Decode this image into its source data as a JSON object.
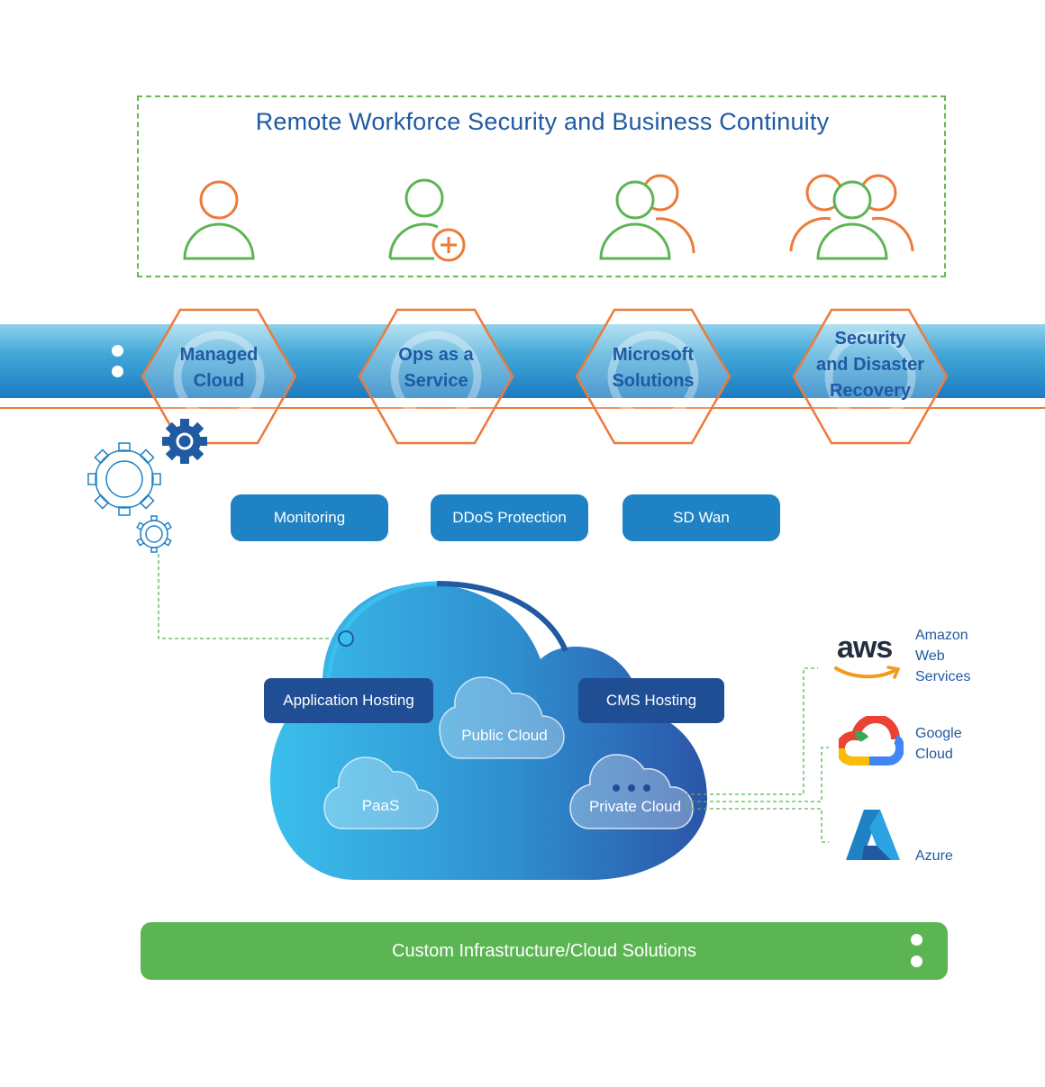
{
  "header": {
    "title": "Remote Workforce Security and Business Continuity"
  },
  "icons": [
    "user-icon",
    "user-add-icon",
    "user-pair-icon",
    "user-group-icon",
    "gear-icon"
  ],
  "services": [
    {
      "line1": "Managed",
      "line2": "Cloud"
    },
    {
      "line1": "Ops as a",
      "line2": "Service"
    },
    {
      "line1": "Microsoft",
      "line2": "Solutions"
    },
    {
      "line1": "Security",
      "line2": "and Disaster",
      "line3": "Recovery"
    }
  ],
  "features": [
    "Monitoring",
    "DDoS Protection",
    "SD Wan"
  ],
  "cloud": {
    "application_hosting": "Application Hosting",
    "cms_hosting": "CMS Hosting",
    "public_cloud": "Public Cloud",
    "paas": "PaaS",
    "private_cloud": "Private Cloud"
  },
  "providers": [
    {
      "logo": "aws",
      "line1": "Amazon",
      "line2": "Web",
      "line3": "Services"
    },
    {
      "logo": "",
      "line1": "Google",
      "line2": "Cloud"
    },
    {
      "logo": "",
      "line1": "Azure"
    }
  ],
  "footer": {
    "label": "Custom Infrastructure/Cloud Solutions"
  },
  "colors": {
    "primary_blue": "#1f5aa3",
    "accent_orange": "#ed7a3a",
    "accent_green": "#5bb553",
    "band_blue": "#1b7cc2"
  }
}
